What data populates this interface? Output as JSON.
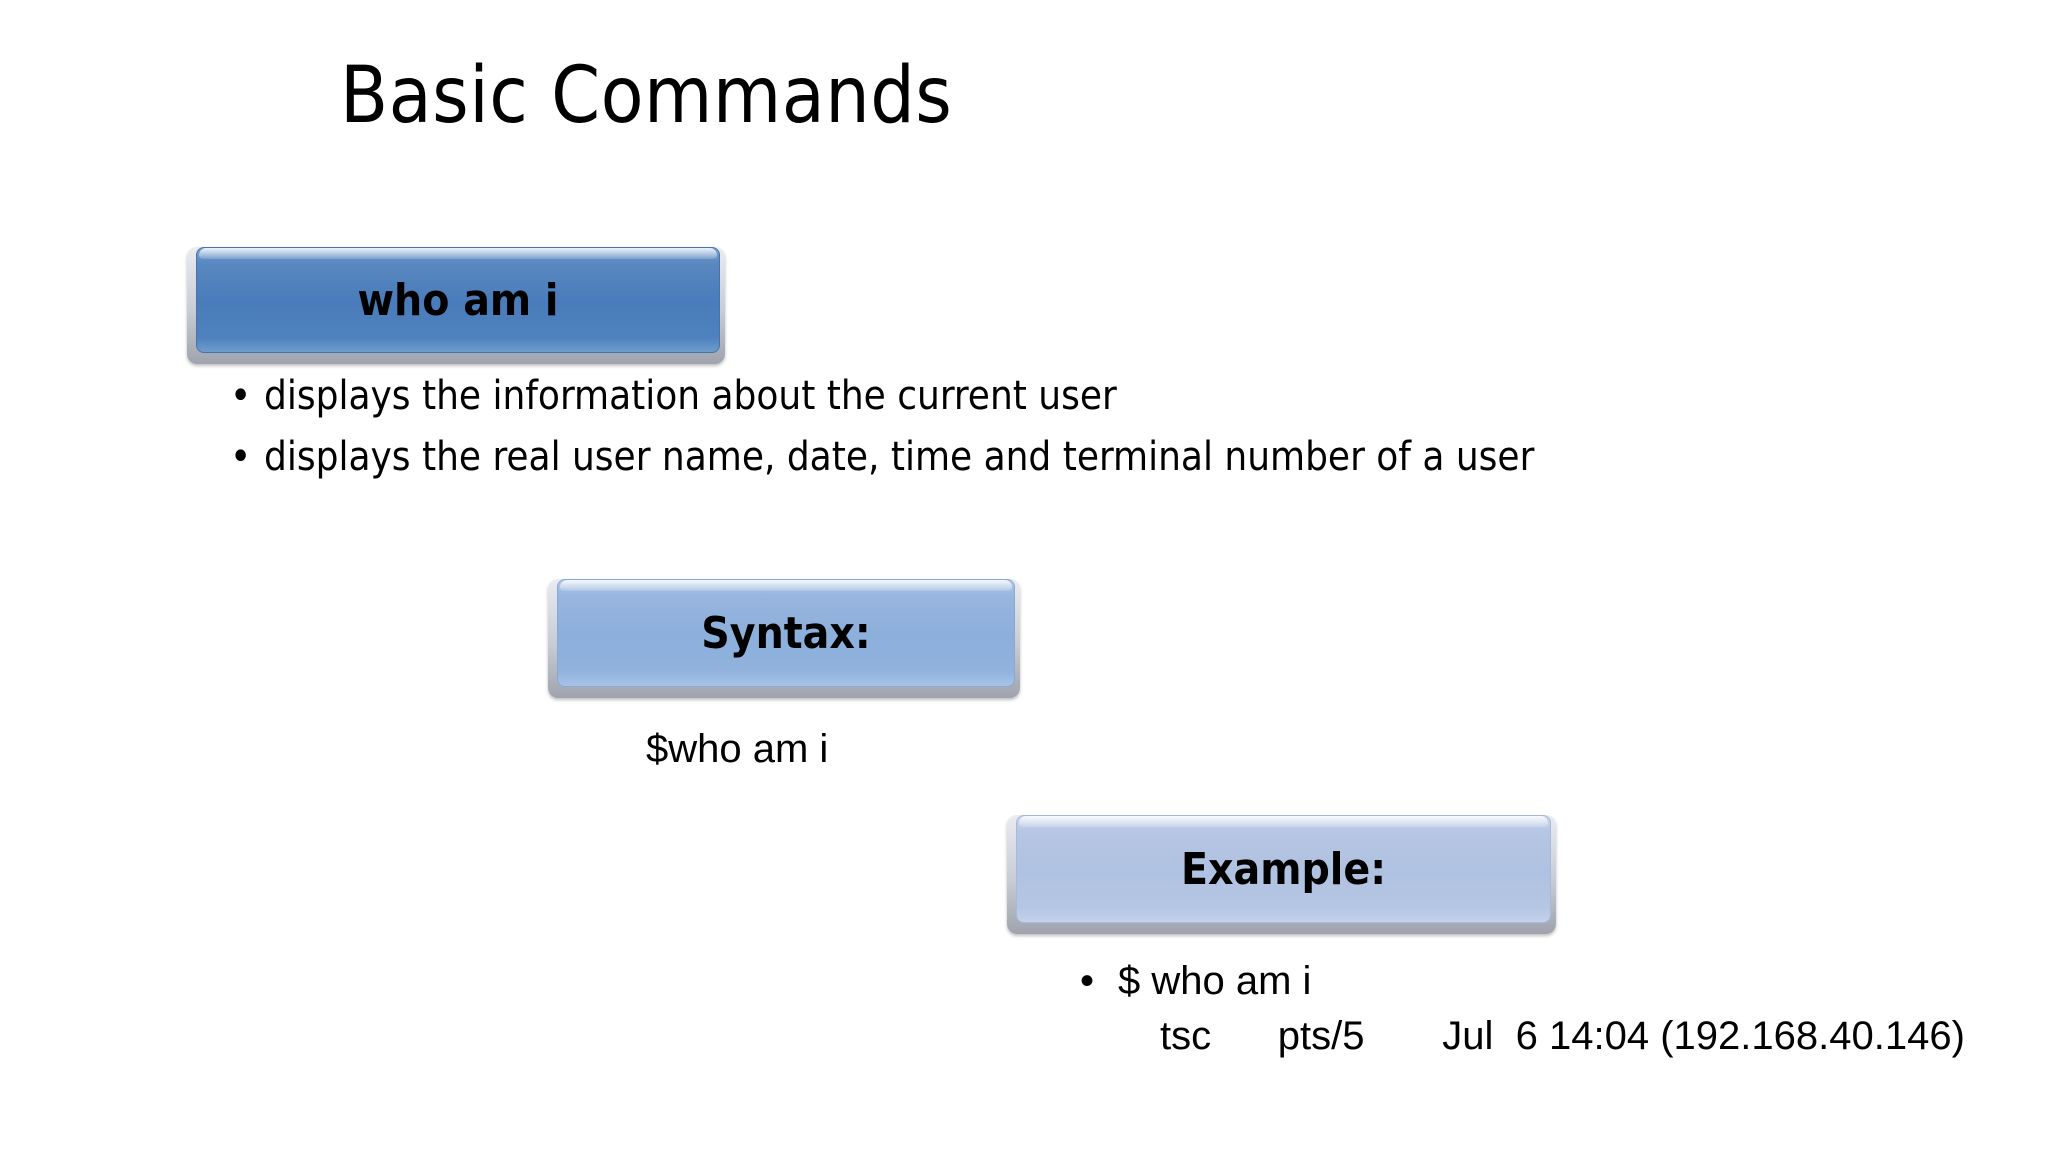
{
  "slide": {
    "title": "Basic Commands",
    "background_color": "#ffffff"
  },
  "sections": [
    {
      "id": "whoami",
      "box_label": "who am i",
      "box_color": "#4a7cbb",
      "bullets": [
        "displays the information about the current user",
        "displays the real user name, date, time and terminal number of a user"
      ]
    },
    {
      "id": "syntax",
      "box_label": "Syntax:",
      "box_color": "#8cafdb",
      "sample": "$who am i"
    },
    {
      "id": "example",
      "box_label": "Example:",
      "box_color": "#b0c2e1",
      "bullets": [
        "$ who am i"
      ],
      "output": "tsc      pts/5       Jul  6 14:04 (192.168.40.146)"
    }
  ]
}
